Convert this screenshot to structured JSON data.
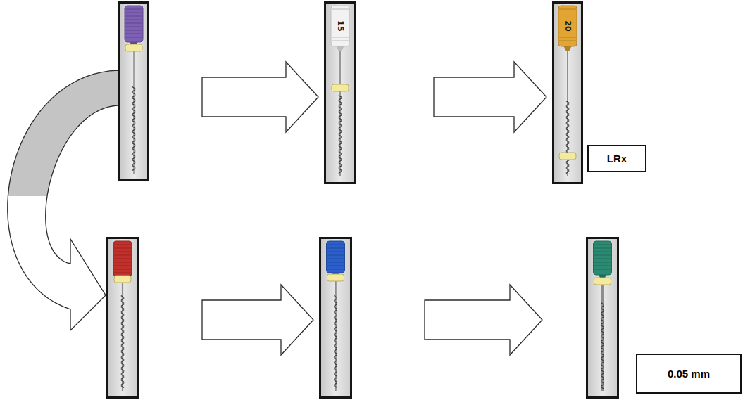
{
  "diagram": {
    "nodes": [
      {
        "text": []
      },
      {
        "text": [
          "15"
        ]
      },
      {
        "text": [
          "20"
        ]
      },
      {
        "text": [
          "LRx"
        ]
      },
      {
        "text": []
      },
      {
        "text": []
      },
      {
        "text": []
      },
      {
        "text": [
          "0.05 mm"
        ]
      }
    ],
    "edges": [
      {
        "from": 0,
        "to": 1,
        "arrow": "to"
      },
      {
        "from": 1,
        "to": 2,
        "arrow": "to"
      },
      {
        "from": 0,
        "to": 4,
        "arrow": "to"
      },
      {
        "from": 4,
        "to": 5,
        "arrow": "to"
      },
      {
        "from": 5,
        "to": 6,
        "arrow": "to"
      }
    ]
  }
}
